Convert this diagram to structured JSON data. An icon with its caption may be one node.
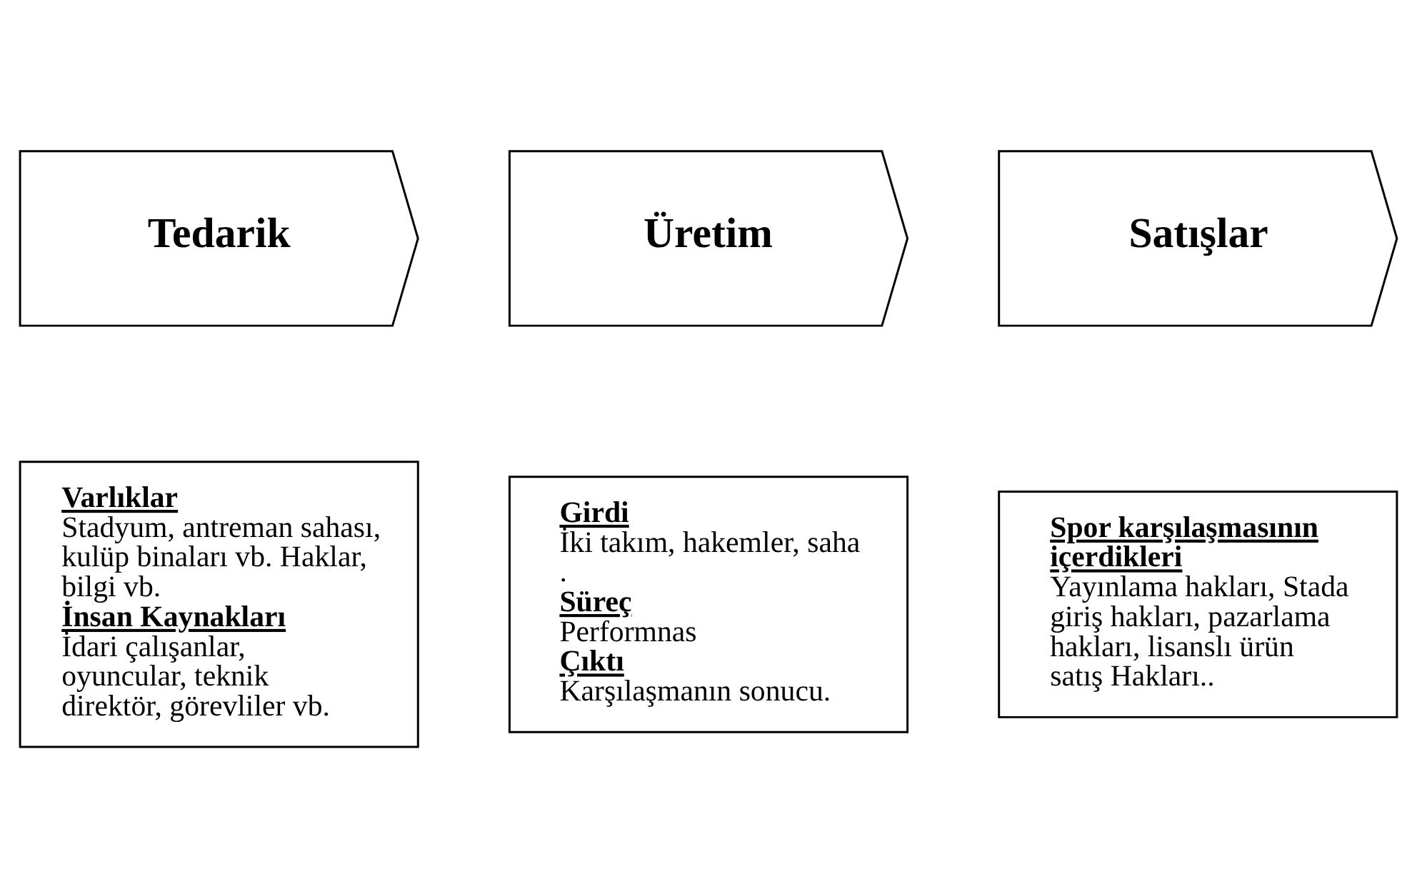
{
  "diagram": {
    "nodes": [
      {
        "text": [
          "Tedarik"
        ]
      },
      {
        "text": [
          "Üretim"
        ]
      },
      {
        "text": [
          "Satışlar"
        ]
      },
      {
        "text": [
          "Varlıklar",
          "Stadyum, antreman sahası, kulüp binaları vb. Haklar, bilgi vb.",
          "İnsan Kaynakları",
          "İdari çalışanlar, oyuncular, teknik direktör, görevliler vb."
        ]
      },
      {
        "text": [
          "Girdi",
          "İki takım, hakemler, saha .",
          "Süreç",
          "Performnas",
          "Çıktı",
          "Karşılaşmanın sonucu."
        ]
      },
      {
        "text": [
          "Spor karşılaşmasının içerdikleri",
          "Yayınlama hakları, Stada giriş hakları, pazarlama hakları, lisanslı ürün satış Hakları.."
        ]
      }
    ],
    "edges": []
  }
}
